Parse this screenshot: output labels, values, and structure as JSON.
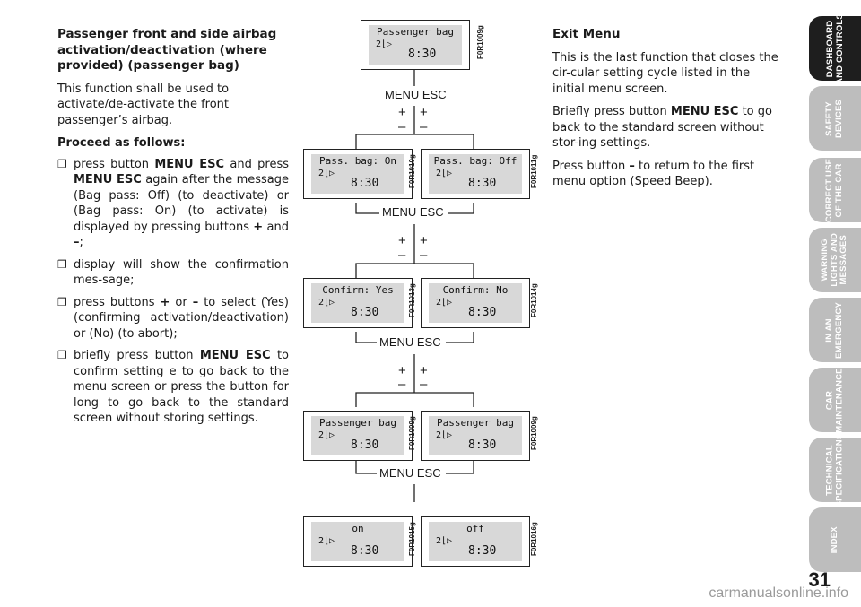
{
  "left": {
    "heading": "Passenger front and side airbag activation/deactivation (where provided) (passenger bag)",
    "intro": "This function shall be used to activate/de-activate the front passenger’s airbag.",
    "proceed": "Proceed as follows:",
    "steps": [
      [
        "press button ",
        "MENU ESC",
        " and press ",
        "MENU ESC",
        " again after the message (Bag pass: Off)  (to deactivate) or (Bag pass: On)  (to activate) is displayed by pressing buttons ",
        "+",
        " and ",
        "–",
        ";"
      ],
      [
        "display will show the confirmation mes-sage;"
      ],
      [
        "press buttons ",
        "+",
        " or ",
        "–",
        " to select (Yes) (confirming activation/deactivation) or (No) (to abort);"
      ],
      [
        "briefly press button ",
        "MENU ESC",
        " to confirm setting  e to go back to the menu screen or press the button for long to go back to the standard screen without storing settings."
      ]
    ]
  },
  "right": {
    "heading": "Exit Menu",
    "p1": "This is the last function that closes the cir-cular setting cycle listed in the initial menu screen.",
    "p2": [
      "Briefly press button ",
      "MENU ESC",
      " to go back to the standard screen without stor-ing settings."
    ],
    "p3": [
      "Press button ",
      "–",
      " to return to the first menu option (Speed Beep)."
    ]
  },
  "diagram": {
    "menu_esc": "MENU ESC",
    "plus": "+",
    "minus": "–",
    "icon": "2⌊▷",
    "time": "8:30",
    "panels": [
      {
        "text": "Passenger bag",
        "code": "F0R1009g"
      },
      {
        "text": "Pass. bag: On",
        "code": "F0R1010g"
      },
      {
        "text": "Pass. bag: Off",
        "code": "F0R1011g"
      },
      {
        "text": "Confirm: Yes",
        "code": "F0R1013g"
      },
      {
        "text": "Confirm: No",
        "code": "F0R1014g"
      },
      {
        "text": "Passenger bag",
        "code": "F0R1009g"
      },
      {
        "text": "Passenger bag",
        "code": "F0R1009g"
      },
      {
        "text": "on",
        "code": "F0R1015g"
      },
      {
        "text": "off",
        "code": "F0R1016g"
      }
    ]
  },
  "sidebar": {
    "tabs": [
      "DASHBOARD\nAND CONTROLS",
      "SAFETY\nDEVICES",
      "CORRECT USE\nOF THE CAR",
      "WARNING\nLIGHTS AND\nMESSAGES",
      "IN AN\nEMERGENCY",
      "CAR\nMAINTENANCE",
      "TECHNICAL\nSPECIFICATIONS",
      "INDEX"
    ],
    "active_index": 0
  },
  "page_number": "31",
  "watermark": "carmanualsonline.info"
}
